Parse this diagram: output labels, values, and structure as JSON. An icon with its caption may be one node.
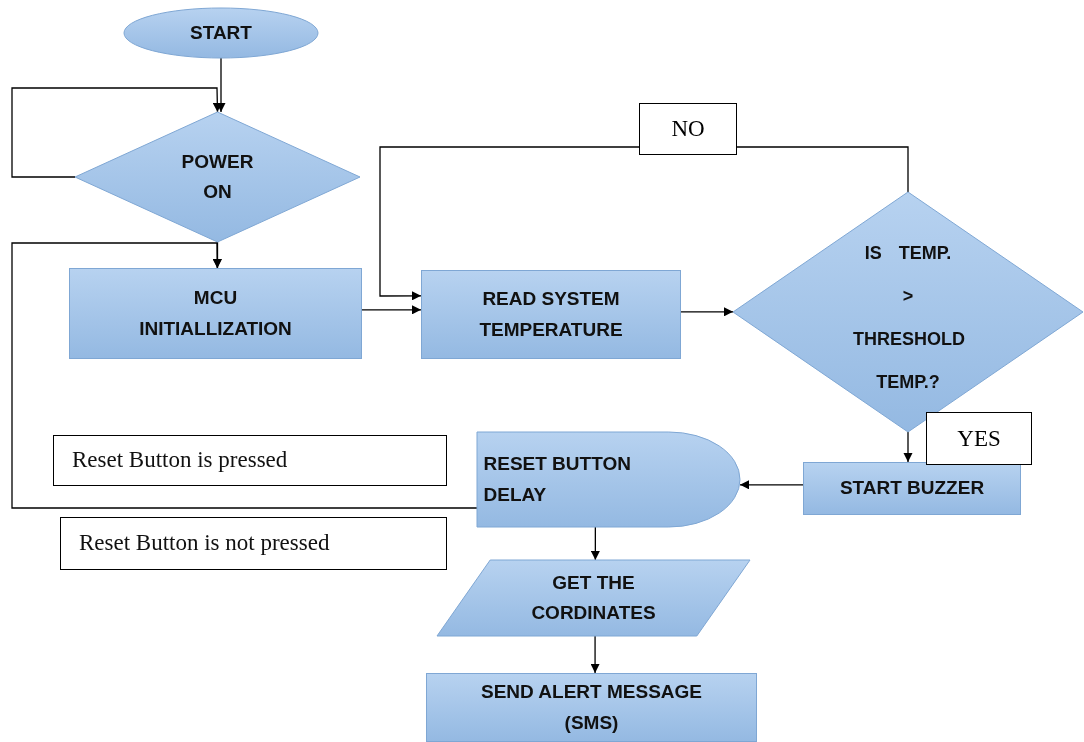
{
  "diagram": {
    "nodes": [
      {
        "text": [
          "START"
        ]
      },
      {
        "text": [
          "POWER ON"
        ]
      },
      {
        "text": [
          "MCU INITIALLIZATION"
        ]
      },
      {
        "text": [
          "READ SYSTEM TEMPERATURE"
        ]
      },
      {
        "text": [
          "IS TEMP. > THRESHOLD TEMP.?"
        ]
      },
      {
        "text": [
          "Reset Button is pressed"
        ]
      },
      {
        "text": [
          "RESET BUTTON DELAY"
        ]
      },
      {
        "text": [
          "START BUZZER"
        ]
      },
      {
        "text": [
          "Reset Button is not pressed"
        ]
      },
      {
        "text": [
          "GET THE CORDINATES"
        ]
      },
      {
        "text": [
          "SEND ALERT MESSAGE (SMS)"
        ]
      }
    ],
    "edges": [
      {
        "from": 0,
        "to": 1,
        "arrow": "to"
      },
      {
        "from": 1,
        "to": 1,
        "arrow": "to"
      },
      {
        "from": 1,
        "to": 2,
        "arrow": "to"
      },
      {
        "from": 2,
        "to": 3,
        "arrow": "to"
      },
      {
        "from": 3,
        "to": 4,
        "arrow": "to"
      },
      {
        "from": 4,
        "to": 3,
        "arrow": "to",
        "label": "NO"
      },
      {
        "from": 4,
        "to": 7,
        "arrow": "to",
        "label": "YES"
      },
      {
        "from": 7,
        "to": 6,
        "arrow": "to"
      },
      {
        "from": 6,
        "to": 2,
        "arrow": "to"
      },
      {
        "from": 6,
        "to": 9,
        "arrow": "to"
      },
      {
        "from": 9,
        "to": 10,
        "arrow": "to"
      }
    ]
  }
}
